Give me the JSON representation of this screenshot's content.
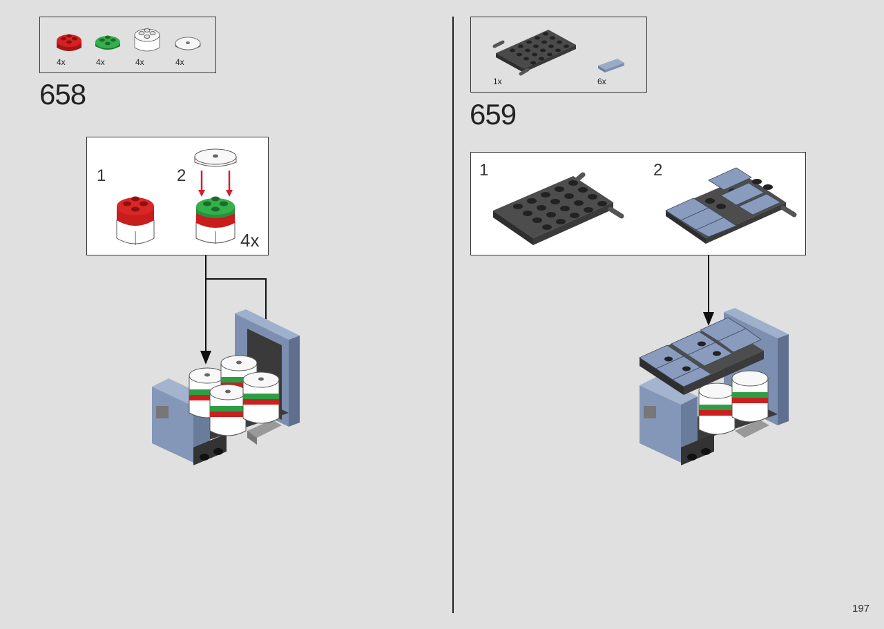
{
  "page_number": "197",
  "steps": [
    {
      "number": "658",
      "parts": [
        {
          "icon": "red-round-brick-icon",
          "qty": "4x",
          "color": "#cc1f1f"
        },
        {
          "icon": "green-round-plate-icon",
          "qty": "4x",
          "color": "#2e9e44"
        },
        {
          "icon": "white-round-brick-icon",
          "qty": "4x",
          "color": "#f4f4f4"
        },
        {
          "icon": "white-round-tile-icon",
          "qty": "4x",
          "color": "#f4f4f4"
        }
      ],
      "substeps": [
        {
          "label": "1"
        },
        {
          "label": "2"
        }
      ],
      "multiplier": "4x"
    },
    {
      "number": "659",
      "parts": [
        {
          "icon": "dark-gray-plate-with-bar-icon",
          "qty": "1x",
          "color": "#4a4a4a"
        },
        {
          "icon": "sand-blue-tile-icon",
          "qty": "6x",
          "color": "#8497b8"
        }
      ],
      "substeps": [
        {
          "label": "1"
        },
        {
          "label": "2"
        }
      ]
    }
  ],
  "colors": {
    "red": "#cc1f1f",
    "green": "#2e9e44",
    "white": "#f4f4f4",
    "dark_gray": "#4a4a4a",
    "sand_blue": "#8497b8",
    "arrow_red": "#d02030"
  }
}
